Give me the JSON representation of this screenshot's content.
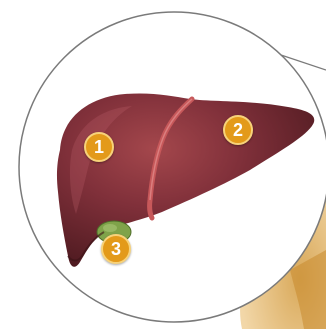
{
  "markers": [
    {
      "label": "1",
      "region": "right-lobe"
    },
    {
      "label": "2",
      "region": "left-lobe"
    },
    {
      "label": "3",
      "region": "gallbladder"
    }
  ],
  "colors": {
    "marker_fill": "#E39A1A",
    "liver": "#7A2A2E",
    "ligament": "#C7585A",
    "gallbladder": "#7FA34A",
    "background_anatomy": "#E8C48A",
    "circle_border": "#7A7A7A"
  }
}
